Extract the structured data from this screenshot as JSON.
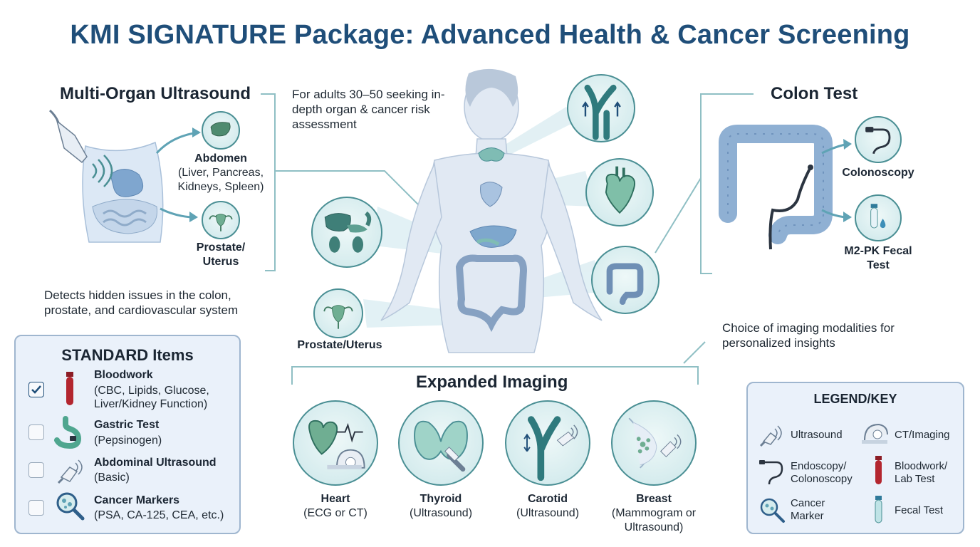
{
  "title": "KMI SIGNATURE Package: Advanced Health & Cancer Screening",
  "ultrasound_section": {
    "title": "Multi-Organ Ultrasound",
    "abdomen_label": "Abdomen",
    "abdomen_sub": "(Liver, Pancreas, Kidneys, Spleen)",
    "prostate_label": "Prostate/ Uterus",
    "description": "Detects hidden issues in the colon, prostate, and cardiovascular system"
  },
  "intro_text": "For adults 30–50 seeking in-depth organ & cancer risk assessment",
  "body_callouts": {
    "prostate_uterus_label": "Prostate/Uterus"
  },
  "colon_section": {
    "title": "Colon Test",
    "colonoscopy_label": "Colonoscopy",
    "fecal_label": "M2-PK Fecal Test"
  },
  "imaging_note": "Choice of imaging modalities for personalized insights",
  "standard_items": {
    "title": "STANDARD Items",
    "items": [
      {
        "name": "Bloodwork",
        "sub": "(CBC, Lipids, Glucose, Liver/Kidney Function)",
        "checked": true,
        "icon": "blood-tube-icon"
      },
      {
        "name": "Gastric Test",
        "sub": "(Pepsinogen)",
        "checked": false,
        "icon": "stomach-icon"
      },
      {
        "name": "Abdominal Ultrasound",
        "sub": "(Basic)",
        "checked": false,
        "icon": "ultrasound-probe-icon"
      },
      {
        "name": "Cancer Markers",
        "sub": "(PSA, CA-125, CEA, etc.)",
        "checked": false,
        "icon": "magnifier-cells-icon"
      }
    ]
  },
  "expanded_imaging": {
    "title": "Expanded Imaging",
    "items": [
      {
        "name": "Heart",
        "sub": "(ECG or CT)",
        "icon": "heart-ecg-icon"
      },
      {
        "name": "Thyroid",
        "sub": "(Ultrasound)",
        "icon": "thyroid-icon"
      },
      {
        "name": "Carotid",
        "sub": "(Ultrasound)",
        "icon": "carotid-icon"
      },
      {
        "name": "Breast",
        "sub": "(Mammogram or Ultrasound)",
        "icon": "breast-icon"
      }
    ]
  },
  "legend": {
    "title": "LEGEND/KEY",
    "items": [
      {
        "label": "Ultrasound",
        "icon": "ultrasound-probe-icon"
      },
      {
        "label": "CT/Imaging",
        "icon": "ct-scanner-icon"
      },
      {
        "label": "Endoscopy/ Colonoscopy",
        "icon": "endoscope-icon"
      },
      {
        "label": "Bloodwork/ Lab Test",
        "icon": "blood-tube-icon"
      },
      {
        "label": "Cancer Marker",
        "icon": "magnifier-cells-icon"
      },
      {
        "label": "Fecal Test",
        "icon": "fecal-tube-icon"
      }
    ]
  },
  "colors": {
    "title": "#1f4e79",
    "teal": "#4a8f94",
    "organ_blue": "#8fb0d3",
    "panel_bg": "#eaf1fa",
    "blood_red": "#b3262f"
  }
}
